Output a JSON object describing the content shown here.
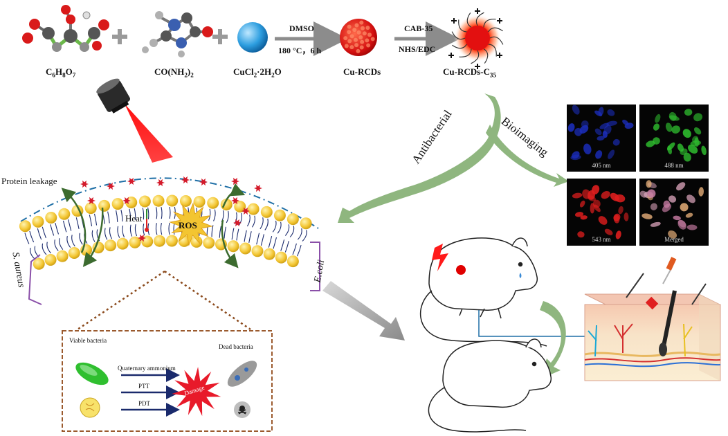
{
  "synthesis": {
    "reagents": [
      {
        "formula": "C6H8O7"
      },
      {
        "formula": "CO(NH2)2"
      },
      {
        "formula": "CuCl2·2H2O"
      }
    ],
    "step1": {
      "top": "DMSO",
      "bottom": "180 °C，6 h"
    },
    "product1": "Cu-RCDs",
    "step2": {
      "top": "CAB-35",
      "bottom": "NHS/EDC"
    },
    "product2": "Cu-RCDs-C35"
  },
  "branches": {
    "left": "Antibacterial",
    "right": "Bioimaging"
  },
  "membrane": {
    "protein_leakage": "Protein leakage",
    "heat": "Heat",
    "ros": "ROS",
    "left_species": "S. aureus",
    "right_species": "E.coli"
  },
  "imaging": {
    "panels": [
      {
        "caption": "405 nm",
        "color": "#1b2db8"
      },
      {
        "caption": "488 nm",
        "color": "#2fbf2f"
      },
      {
        "caption": "543 nm",
        "color": "#e01e1e"
      },
      {
        "caption": "Merged",
        "color": "#d49fb5"
      }
    ]
  },
  "mechanism": {
    "viable": "Viable bacteria",
    "dead": "Dead bacteria",
    "arrows": [
      "Quaternary ammonium",
      "PTT",
      "PDT"
    ],
    "damage": "Damage"
  },
  "colors": {
    "green_arrow": "#8fb67f",
    "lipid_head": "#f3c531",
    "membrane_dash": "#1f6fa6",
    "purple_bracket": "#8a4fa8",
    "laser": "#ff1a1a",
    "box_border": "#9b5a2e"
  }
}
